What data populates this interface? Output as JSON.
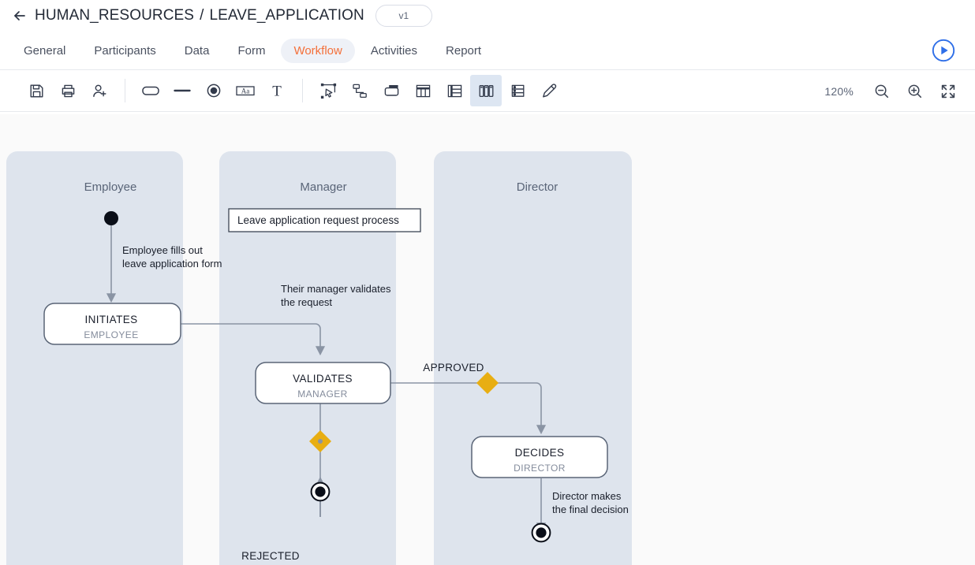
{
  "header": {
    "back_icon": "arrow-left-icon",
    "breadcrumb_root": "HUMAN_RESOURCES",
    "breadcrumb_separator": "/",
    "breadcrumb_current": "LEAVE_APPLICATION",
    "version": "v1",
    "run_icon": "play-circle-icon",
    "accent_color": "#f4703a",
    "run_color": "#2f6fe8"
  },
  "tabs": [
    {
      "label": "General",
      "active": false
    },
    {
      "label": "Participants",
      "active": false
    },
    {
      "label": "Data",
      "active": false
    },
    {
      "label": "Form",
      "active": false
    },
    {
      "label": "Workflow",
      "active": true
    },
    {
      "label": "Activities",
      "active": false
    },
    {
      "label": "Report",
      "active": false
    }
  ],
  "toolbar": {
    "file_tools": [
      "save-icon",
      "print-icon",
      "add-user-icon"
    ],
    "shape_tools": [
      "rounded-rect-icon",
      "line-icon",
      "start-state-icon",
      "label-box-icon",
      "text-icon"
    ],
    "layout_tools": [
      "select-pointer-icon",
      "branch-icon",
      "container-icon",
      "columns-icon",
      "rows-icon",
      "swimlanes-vertical-icon",
      "list-rows-icon",
      "color-picker-icon"
    ],
    "active_tool": "swimlanes-vertical-icon",
    "zoom_level": "120%",
    "zoom_out_icon": "zoom-out-icon",
    "zoom_in_icon": "zoom-in-icon",
    "fullscreen_icon": "fullscreen-icon"
  },
  "diagram": {
    "lanes": [
      {
        "title": "Employee"
      },
      {
        "title": "Manager"
      },
      {
        "title": "Director"
      }
    ],
    "note": {
      "text": "Leave application request process"
    },
    "nodes": [
      {
        "id": "initiates",
        "title": "INITIATES",
        "role": "EMPLOYEE"
      },
      {
        "id": "validates",
        "title": "VALIDATES",
        "role": "MANAGER"
      },
      {
        "id": "decides",
        "title": "DECIDES",
        "role": "DIRECTOR"
      }
    ],
    "edge_labels": [
      {
        "id": "start-to-initiates",
        "line1": "Employee fills out",
        "line2": "leave application form"
      },
      {
        "id": "initiates-to-validates",
        "line1": "Their manager validates",
        "line2": "the request"
      },
      {
        "id": "decides-to-end",
        "line1": "Director makes",
        "line2": "the final decision"
      }
    ],
    "branches": [
      {
        "id": "approved",
        "label": "APPROVED"
      },
      {
        "id": "rejected",
        "label": "REJECTED"
      }
    ],
    "colors": {
      "lane_fill": "#dee4ed",
      "canvas": "#fafafa",
      "node_fill": "#ffffff",
      "node_stroke": "#5a6577",
      "connector": "#8a94a4",
      "decision_diamond": "#e8ae12",
      "start_state": "#000000"
    }
  }
}
